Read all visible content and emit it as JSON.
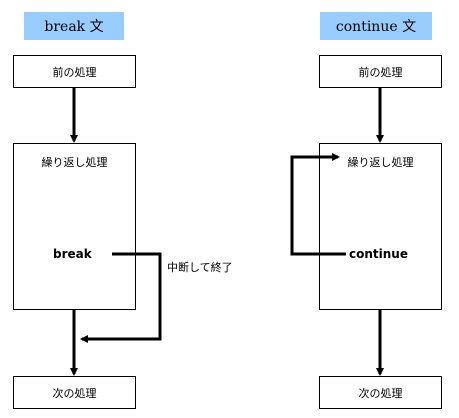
{
  "break_panel": {
    "title": "break 文",
    "title_color": "#99ccff",
    "before_box": "前の処理",
    "loop_box": "繰り返し処理",
    "keyword": "break",
    "note": "中断して終了",
    "after_box": "次の処理"
  },
  "continue_panel": {
    "title": "continue 文",
    "title_color": "#99ccff",
    "before_box": "前の処理",
    "loop_box": "繰り返し処理",
    "keyword": "continue",
    "after_box": "次の処理"
  }
}
